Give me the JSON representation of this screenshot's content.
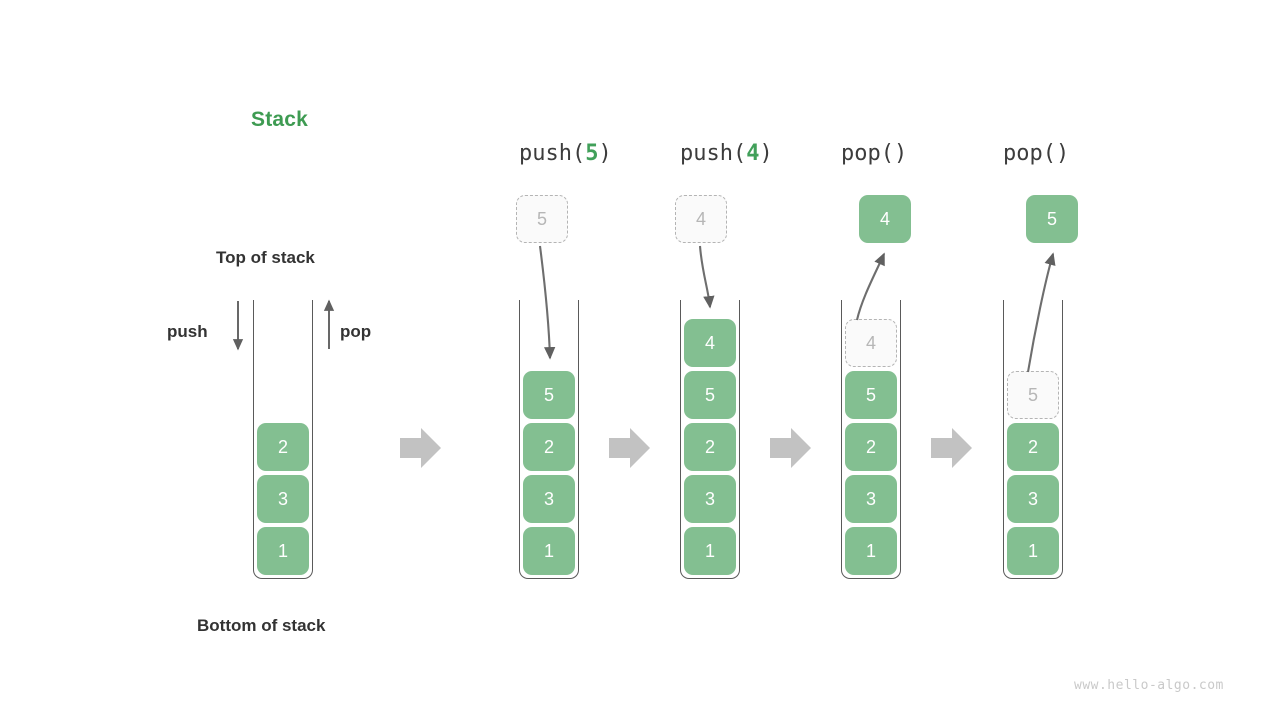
{
  "title": "Stack",
  "accent_color": "#3e9b52",
  "element_color": "#83bf91",
  "ghost_color": "#b6b6b6",
  "arrow_color": "#c2c2c2",
  "labels": {
    "top_of_stack": "Top of stack",
    "bottom_of_stack": "Bottom of stack",
    "push": "push",
    "pop": "pop"
  },
  "watermark": "www.hello-algo.com",
  "operations": [
    {
      "name": "push",
      "text_prefix": "push(",
      "arg": "5",
      "text_suffix": ")"
    },
    {
      "name": "push",
      "text_prefix": "push(",
      "arg": "4",
      "text_suffix": ")"
    },
    {
      "name": "pop",
      "text_prefix": "pop(",
      "arg": "",
      "text_suffix": ")"
    },
    {
      "name": "pop",
      "text_prefix": "pop(",
      "arg": "",
      "text_suffix": ")"
    }
  ],
  "stacks": [
    {
      "id": "stack-initial",
      "caption": "",
      "cells": [
        {
          "value": "2",
          "state": "solid"
        },
        {
          "value": "3",
          "state": "solid"
        },
        {
          "value": "1",
          "state": "solid"
        }
      ],
      "incoming": null,
      "outgoing": null
    },
    {
      "id": "stack-after-push-5",
      "caption": "push(5)",
      "cells": [
        {
          "value": "5",
          "state": "solid"
        },
        {
          "value": "2",
          "state": "solid"
        },
        {
          "value": "3",
          "state": "solid"
        },
        {
          "value": "1",
          "state": "solid"
        }
      ],
      "incoming": {
        "value": "5",
        "state": "ghost",
        "direction": "down"
      },
      "outgoing": null
    },
    {
      "id": "stack-after-push-4",
      "caption": "push(4)",
      "cells": [
        {
          "value": "4",
          "state": "solid"
        },
        {
          "value": "5",
          "state": "solid"
        },
        {
          "value": "2",
          "state": "solid"
        },
        {
          "value": "3",
          "state": "solid"
        },
        {
          "value": "1",
          "state": "solid"
        }
      ],
      "incoming": {
        "value": "4",
        "state": "ghost",
        "direction": "down"
      },
      "outgoing": null
    },
    {
      "id": "stack-after-pop-4",
      "caption": "pop()",
      "cells": [
        {
          "value": "4",
          "state": "ghost"
        },
        {
          "value": "5",
          "state": "solid"
        },
        {
          "value": "2",
          "state": "solid"
        },
        {
          "value": "3",
          "state": "solid"
        },
        {
          "value": "1",
          "state": "solid"
        }
      ],
      "incoming": null,
      "outgoing": {
        "value": "4",
        "state": "solid",
        "direction": "up"
      }
    },
    {
      "id": "stack-after-pop-5",
      "caption": "pop()",
      "cells": [
        {
          "value": "5",
          "state": "ghost"
        },
        {
          "value": "2",
          "state": "solid"
        },
        {
          "value": "3",
          "state": "solid"
        },
        {
          "value": "1",
          "state": "solid"
        }
      ],
      "incoming": null,
      "outgoing": {
        "value": "5",
        "state": "solid",
        "direction": "up"
      }
    }
  ],
  "transitions": [
    {
      "name": "transition-arrow-1"
    },
    {
      "name": "transition-arrow-2"
    },
    {
      "name": "transition-arrow-3"
    },
    {
      "name": "transition-arrow-4"
    }
  ]
}
